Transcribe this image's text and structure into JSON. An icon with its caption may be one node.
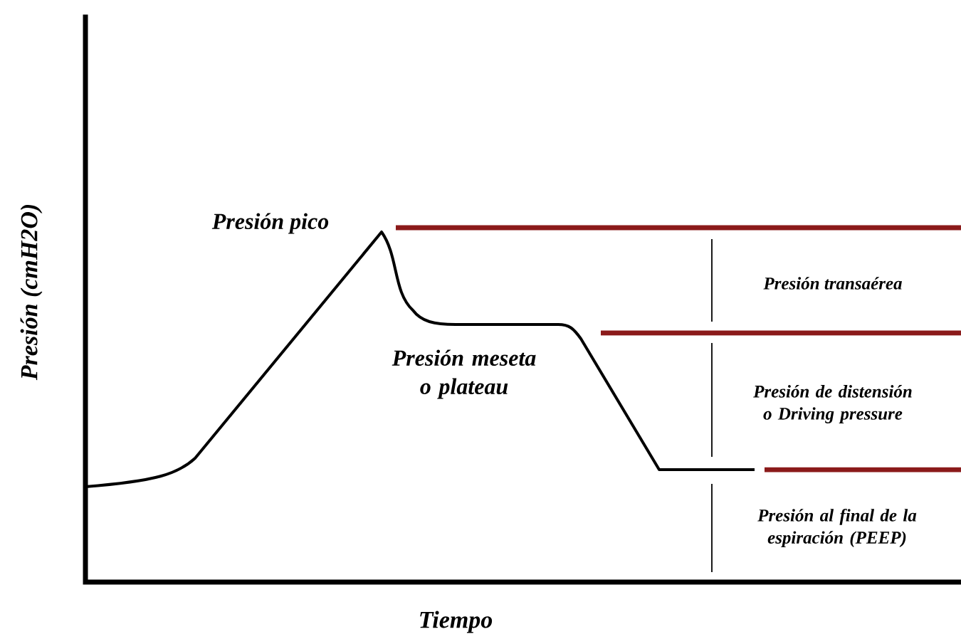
{
  "diagram": {
    "labels": [
      "Presión (cmH2O)",
      "Presión pico",
      "Presión transaérea",
      "Presión meseta o plateau",
      "Presión de distensión o Driving pressure",
      "Presión al final de la espiración (PEEP)",
      "Tiempo"
    ]
  }
}
